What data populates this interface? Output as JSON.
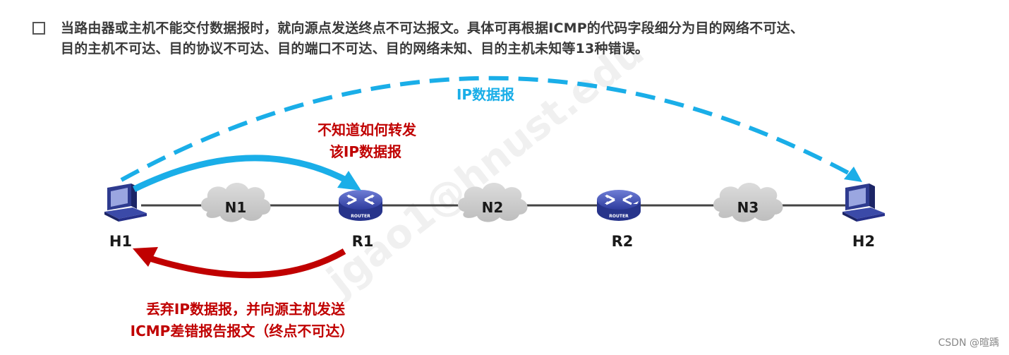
{
  "description": {
    "line1": "当路由器或主机不能交付数据报时，就向源点发送终点不可达报文。具体可再根据ICMP的代码字段细分为目的网络不可达、",
    "line2": "目的主机不可达、目的协议不可达、目的端口不可达、目的网络未知、目的主机未知等13种错误。"
  },
  "nodes": {
    "h1": "H1",
    "r1": "R1",
    "r2": "R2",
    "h2": "H2",
    "n1": "N1",
    "n2": "N2",
    "n3": "N3",
    "router_caption": "ROUTER"
  },
  "arrows": {
    "ip_datagram": "IP数据报",
    "unknown_line1": "不知道如何转发",
    "unknown_line2": "该IP数据报",
    "discard_line1": "丢弃IP数据报，并向源主机发送",
    "discard_line2": "ICMP差错报告报文（终点不可达）"
  },
  "watermark": "jgao1@hnust.edu",
  "credit": "CSDN @暄踽",
  "colors": {
    "blue": "#1aaee8",
    "red": "#c00000",
    "router": "#3f51b5",
    "cloud": "#cccccc"
  }
}
